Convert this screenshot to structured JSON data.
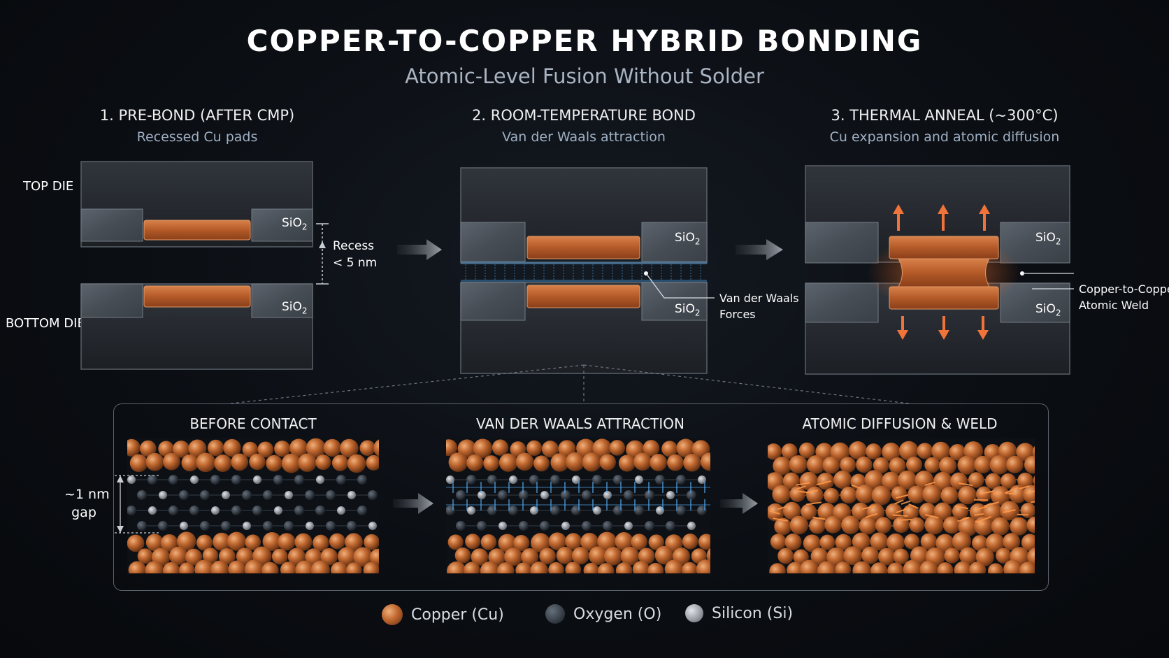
{
  "header": {
    "title": "COPPER-TO-COPPER HYBRID BONDING",
    "subtitle": "Atomic-Level Fusion Without Solder"
  },
  "steps": [
    {
      "title": "1. PRE-BOND (AFTER CMP)",
      "subtitle": "Recessed Cu pads"
    },
    {
      "title": "2. ROOM-TEMPERATURE BOND",
      "subtitle": "Van der Waals attraction"
    },
    {
      "title": "3. THERMAL ANNEAL (~300°C)",
      "subtitle": "Cu expansion and atomic diffusion"
    }
  ],
  "labels": {
    "top_die": "TOP DIE",
    "bottom_die": "BOTTOM DIE",
    "sio2_base": "SiO",
    "sio2_sub": "2",
    "recess_line1": "Recess",
    "recess_line2": "< 5 nm",
    "vdw_line1": "Van der Waals",
    "vdw_line2": "Forces",
    "weld_line1": "Copper-to-Copper",
    "weld_line2": "Atomic Weld",
    "gap_line1": "~1 nm",
    "gap_line2": "gap"
  },
  "inset_panels": [
    {
      "title": "BEFORE CONTACT"
    },
    {
      "title": "VAN DER WAALS ATTRACTION"
    },
    {
      "title": "ATOMIC DIFFUSION & WELD"
    }
  ],
  "legend": [
    {
      "label": "Copper (Cu)",
      "color": "#c4662e"
    },
    {
      "label": "Oxygen (O)",
      "color": "#2c3540"
    },
    {
      "label": "Silicon (Si)",
      "color": "#9aa0a8"
    }
  ],
  "colors": {
    "copper": "#c0672f",
    "arrow_orange": "#f0743a",
    "vdw_blue": "#5ab4ff",
    "die_gray": "#2a2e34"
  }
}
